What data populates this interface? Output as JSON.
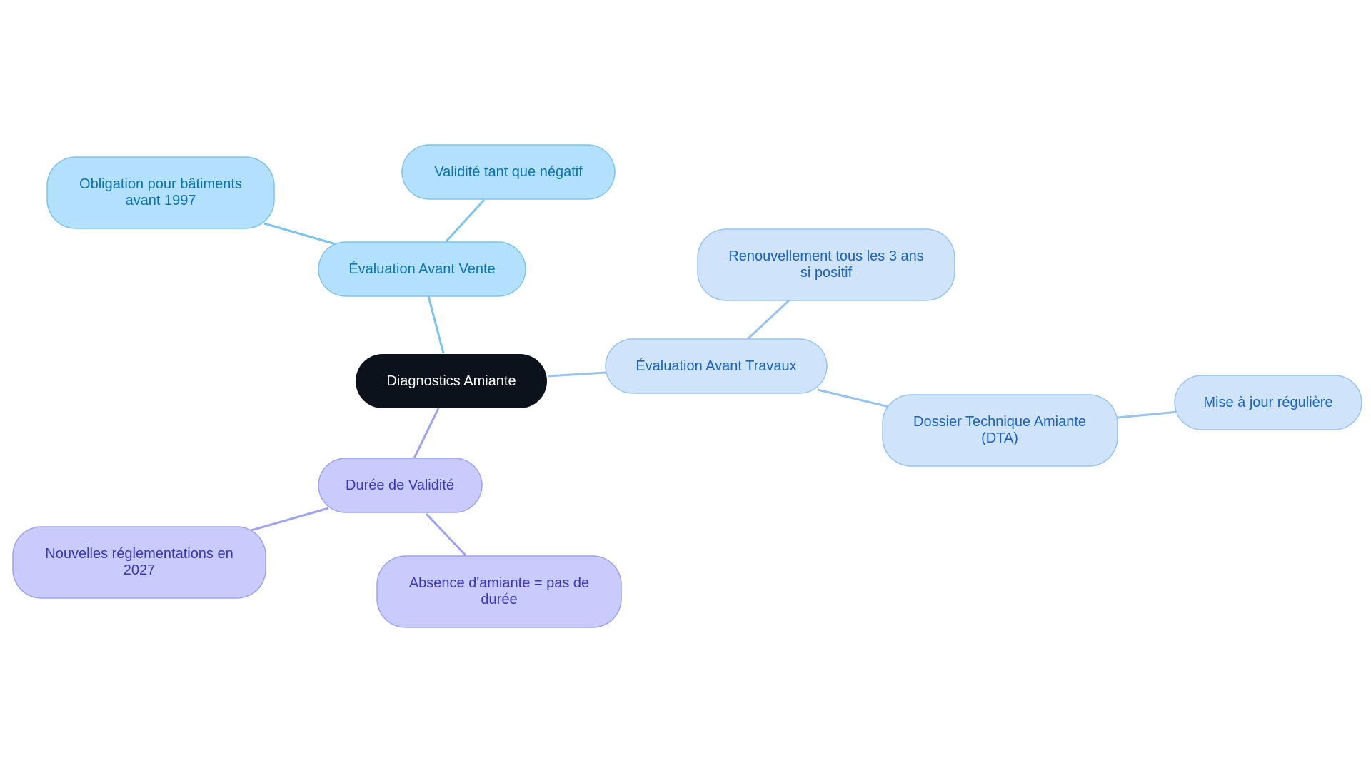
{
  "diagram": {
    "root": {
      "label": "Diagnostics Amiante",
      "color": "#0b121b",
      "text_color": "#ffffff"
    },
    "branches": {
      "vente": {
        "label": "Évaluation Avant Vente",
        "fill": "#b3e0fd",
        "stroke": "#7cc3ed",
        "text_color": "#0b73b0",
        "children": {
          "obligation": {
            "lines": [
              "Obligation pour bâtiments",
              "avant 1997"
            ]
          },
          "validite": {
            "lines": [
              "Validité tant que négatif"
            ]
          }
        }
      },
      "travaux": {
        "label": "Évaluation Avant Travaux",
        "fill": "#cfe3fb",
        "stroke": "#98c3ee",
        "text_color": "#1a63c2",
        "children": {
          "renouvellement": {
            "lines": [
              "Renouvellement tous les 3 ans",
              "si positif"
            ]
          },
          "dta": {
            "lines": [
              "Dossier Technique Amiante",
              "(DTA)"
            ]
          },
          "mise_a_jour": {
            "lines": [
              "Mise à jour régulière"
            ]
          }
        }
      },
      "duree": {
        "label": "Durée de Validité",
        "fill": "#c9cbfd",
        "stroke": "#9ea2ef",
        "text_color": "#3b35b8",
        "children": {
          "reglementations": {
            "lines": [
              "Nouvelles réglementations en",
              "2027"
            ]
          },
          "absence": {
            "lines": [
              "Absence d'amiante = pas de",
              "durée"
            ]
          }
        }
      }
    }
  }
}
